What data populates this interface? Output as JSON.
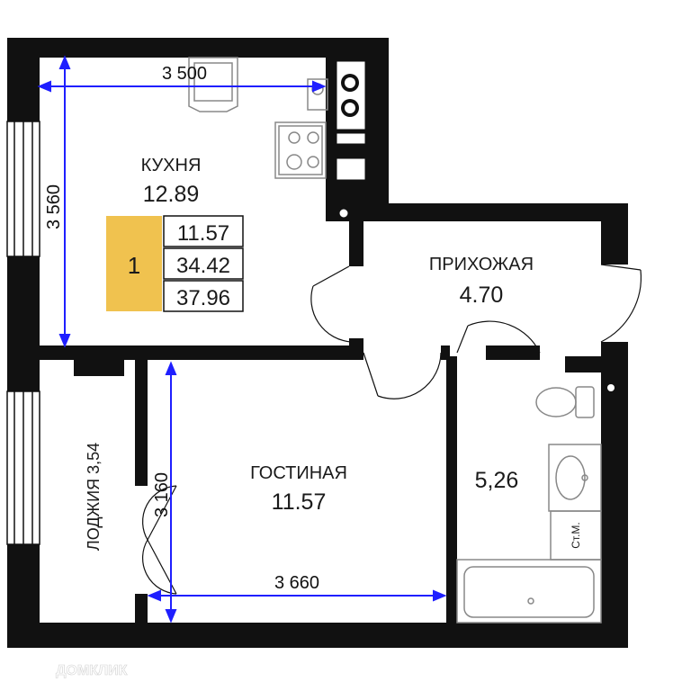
{
  "rooms": {
    "kitchen": {
      "name": "КУХНЯ",
      "area": "12.89"
    },
    "hallway": {
      "name": "ПРИХОЖАЯ",
      "area": "4.70"
    },
    "living": {
      "name": "ГОСТИНАЯ",
      "area": "11.57"
    },
    "loggia": {
      "name": "ЛОДЖИЯ 3,54"
    },
    "bathroom": {
      "area": "5,26"
    },
    "washer_label": "Ст.М."
  },
  "summary": {
    "rooms_count": "1",
    "living_area": "11.57",
    "total_area": "34.42",
    "total_with_loggia": "37.96"
  },
  "dimensions": {
    "kitchen_width": "3 500",
    "kitchen_height": "3 560",
    "living_height": "3 160",
    "living_width": "3 660"
  },
  "watermark": "ДОМКЛИК",
  "colors": {
    "wall": "#111111",
    "dimension_line": "#1f1fff",
    "badge": "#f0c24f",
    "furniture": "#888888"
  }
}
